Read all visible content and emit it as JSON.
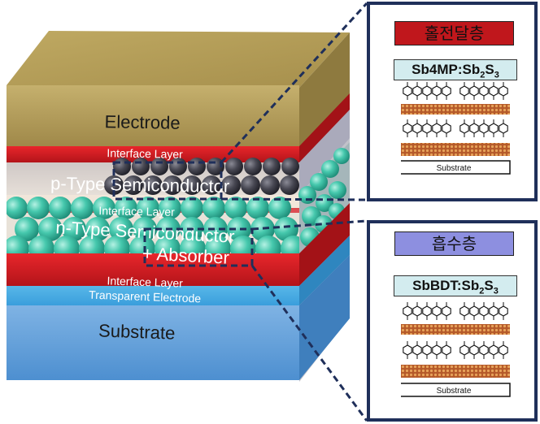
{
  "device": {
    "layers": {
      "electrode": "Electrode",
      "interface_top": "Interface Layer",
      "p_type": "p-Type Semiconductor",
      "interface_mid": "Interface Layer",
      "n_type_line1": "n-Type Semiconductor",
      "n_type_line2": "+ Absorber",
      "interface_bottom": "Interface Layer",
      "transparent_electrode": "Transparent Electrode",
      "substrate": "Substrate"
    }
  },
  "panel_top": {
    "title": "홀전달층",
    "formula_main": "Sb4MP:Sb",
    "formula_sub1": "2",
    "formula_mid": "S",
    "formula_sub2": "3",
    "substrate_label": "Substrate"
  },
  "panel_bottom": {
    "title": "흡수층",
    "formula_main": "SbBDT:Sb",
    "formula_sub1": "2",
    "formula_mid": "S",
    "formula_sub2": "3",
    "substrate_label": "Substrate"
  },
  "colors": {
    "panel_border": "#1f2f5a",
    "hole_title_bg": "#c0171c",
    "absorber_title_bg": "#8d8fe0",
    "formula_bg": "#d3ecef",
    "electrode": "#a7904f",
    "interface": "#d71a1f",
    "p_sphere": "#3b3b45",
    "n_sphere": "#3fc9ad",
    "substrate": "#5f9fd8"
  }
}
